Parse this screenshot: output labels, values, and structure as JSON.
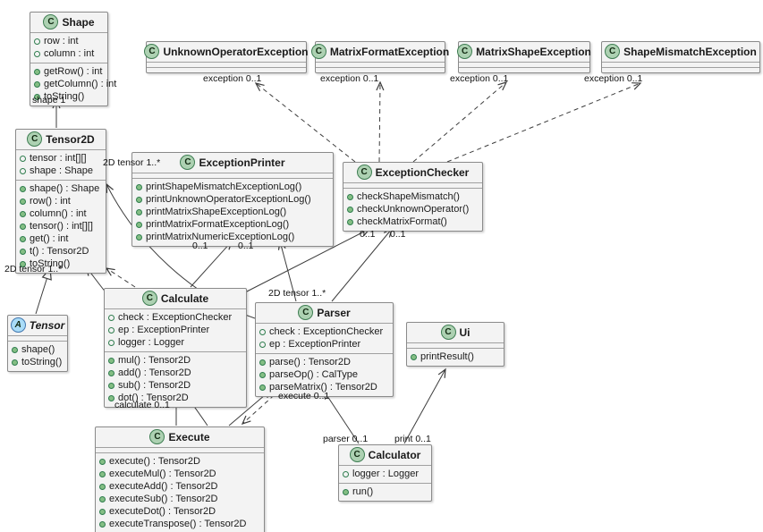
{
  "classes": {
    "shape": {
      "icon": "C",
      "name": "Shape",
      "attributes": [
        "row : int",
        "column : int"
      ],
      "methods": [
        "getRow() : int",
        "getColumn() : int",
        "toString()"
      ]
    },
    "unknown_operator_exception": {
      "icon": "C",
      "name": "UnknownOperatorException",
      "attributes": [],
      "methods": []
    },
    "matrix_format_exception": {
      "icon": "C",
      "name": "MatrixFormatException",
      "attributes": [],
      "methods": []
    },
    "matrix_shape_exception": {
      "icon": "C",
      "name": "MatrixShapeException",
      "attributes": [],
      "methods": []
    },
    "shape_mismatch_exception": {
      "icon": "C",
      "name": "ShapeMismatchException",
      "attributes": [],
      "methods": []
    },
    "tensor2d": {
      "icon": "C",
      "name": "Tensor2D",
      "attributes": [
        "tensor : int[][]",
        "shape : Shape"
      ],
      "methods": [
        "shape() : Shape",
        "row() : int",
        "column() : int",
        "tensor() : int[][]",
        "get() : int",
        "t() : Tensor2D",
        "toString()"
      ]
    },
    "exception_printer": {
      "icon": "C",
      "name": "ExceptionPrinter",
      "attributes": [],
      "methods": [
        "printShapeMismatchExceptionLog()",
        "printUnknownOperatorExceptionLog()",
        "printMatrixShapeExceptionLog()",
        "printMatrixFormatExceptionLog()",
        "printMatrixNumericExceptionLog()"
      ]
    },
    "exception_checker": {
      "icon": "C",
      "name": "ExceptionChecker",
      "attributes": [],
      "methods": [
        "checkShapeMismatch()",
        "checkUnknownOperator()",
        "checkMatrixFormat()"
      ]
    },
    "calculate": {
      "icon": "C",
      "name": "Calculate",
      "attributes": [
        "check : ExceptionChecker",
        "ep : ExceptionPrinter",
        "logger : Logger"
      ],
      "methods": [
        "mul() : Tensor2D",
        "add() : Tensor2D",
        "sub() : Tensor2D",
        "dot() : Tensor2D"
      ]
    },
    "parser": {
      "icon": "C",
      "name": "Parser",
      "attributes": [
        "check : ExceptionChecker",
        "ep : ExceptionPrinter"
      ],
      "methods": [
        "parse() : Tensor2D",
        "parseOp() : CalType",
        "parseMatrix() : Tensor2D"
      ]
    },
    "ui": {
      "icon": "C",
      "name": "Ui",
      "attributes": [],
      "methods": [
        "printResult()"
      ]
    },
    "tensor": {
      "icon": "A",
      "name": "Tensor",
      "attributes": [],
      "methods": [
        "shape()",
        "toString()"
      ]
    },
    "execute": {
      "icon": "C",
      "name": "Execute",
      "attributes": [],
      "methods": [
        "execute() : Tensor2D",
        "executeMul() : Tensor2D",
        "executeAdd() : Tensor2D",
        "executeSub() : Tensor2D",
        "executeDot() : Tensor2D",
        "executeTranspose() : Tensor2D"
      ]
    },
    "calculator": {
      "icon": "C",
      "name": "Calculator",
      "attributes": [
        "logger : Logger"
      ],
      "methods": [
        "run()"
      ]
    }
  },
  "labels": {
    "shape_mult": "shape 1",
    "exception_mult_1": "exception 0..1",
    "exception_mult_2": "exception 0..1",
    "exception_mult_3": "exception 0..1",
    "exception_mult_4": "exception 0..1",
    "printer_tensor_mult": "2D tensor 1..*",
    "printer_mult_1": "0..1",
    "printer_mult_2": "0..1",
    "tensor2d_bottom_mult": "2D tensor 1..*",
    "checker_mult_1": "0..1",
    "checker_mult_2": "0..1",
    "parser_tensor_mult": "2D tensor 1..*",
    "calculate_mult": "calculate 0..1",
    "execute_mult": "execute 0..1",
    "parser_mult": "parser 0..1",
    "print_mult": "print 0..1"
  },
  "colors": {
    "class_icon_fill": "#add1b2",
    "abstract_icon_fill": "#a9dcf8",
    "box_fill": "#f3f3f3",
    "box_border": "#8a8a8a",
    "edge_stroke": "#3d3d3d"
  }
}
